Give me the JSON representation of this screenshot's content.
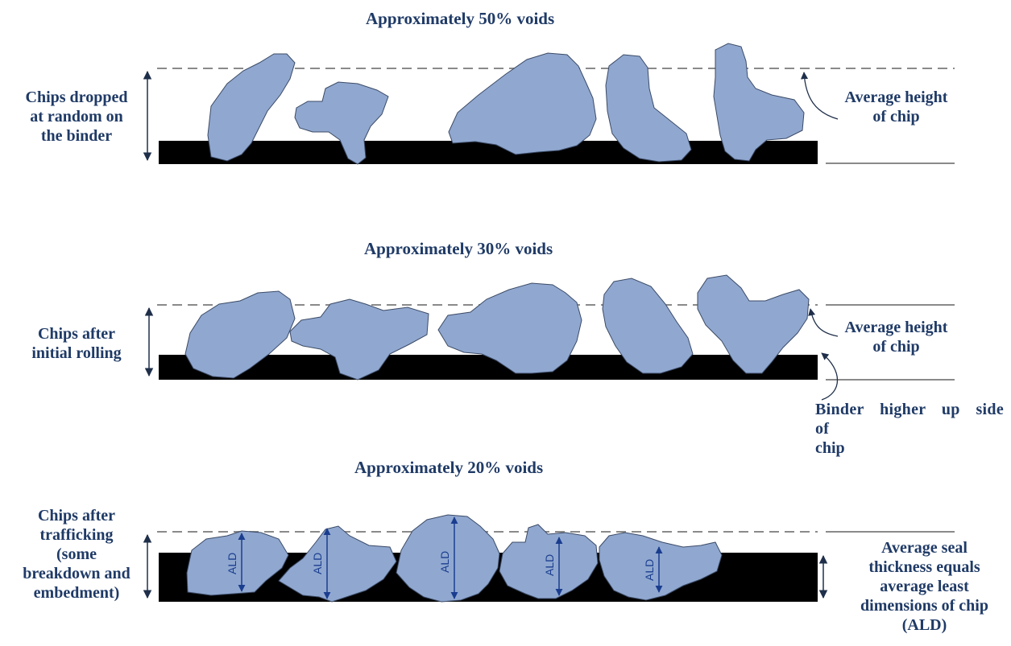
{
  "panels": [
    {
      "title": "Approximately 50% voids",
      "left_label": [
        "Chips dropped",
        "at random on",
        "the binder"
      ],
      "right_label": [
        "Average height",
        "of chip"
      ]
    },
    {
      "title": "Approximately 30% voids",
      "left_label": [
        "Chips after",
        "initial rolling"
      ],
      "right_label": [
        "Average height",
        "of chip"
      ],
      "binder_note": [
        "Binder higher up side of",
        "chip"
      ]
    },
    {
      "title": "Approximately 20% voids",
      "left_label": [
        "Chips after",
        "trafficking",
        "(some",
        "breakdown and",
        "embedment)"
      ],
      "right_label": [
        "Average seal",
        "thickness equals",
        "average least",
        "dimensions of chip",
        "(ALD)"
      ],
      "chip_marker": "ALD"
    }
  ],
  "colors": {
    "chip": "#90a8d0",
    "binder": "#000000",
    "text": "#1f3a66",
    "ald_arrow": "#1a3d8f"
  }
}
